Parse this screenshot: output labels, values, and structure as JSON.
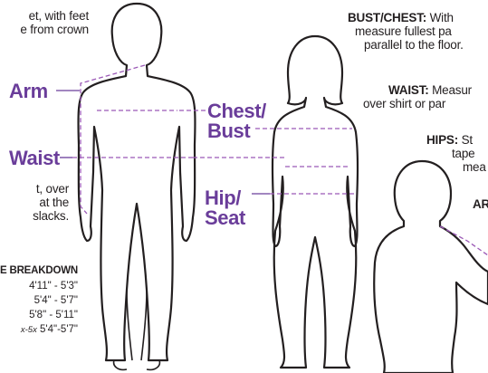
{
  "intro": {
    "height_line1": "et, with feet",
    "height_line2": "e from crown"
  },
  "inseam": {
    "line1": "t, over",
    "line2": "at the",
    "line3": "slacks."
  },
  "labels": {
    "arm": "Arm",
    "waist": "Waist",
    "chest_l1": "Chest/",
    "chest_l2": "Bust",
    "hip_l1": "Hip/",
    "hip_l2": "Seat"
  },
  "size_table": {
    "title": "E BREAKDOWN",
    "rows": [
      {
        "prefix": "",
        "value": "4'11\" - 5'3\""
      },
      {
        "prefix": "",
        "value": "5'4\" - 5'7\""
      },
      {
        "prefix": "",
        "value": "5'8\" - 5'11\""
      },
      {
        "prefix": "x-5x",
        "value": "5'4\"-5'7\""
      }
    ]
  },
  "instructions": {
    "bust_head": "BUST/CHEST:",
    "bust_l1": " With",
    "bust_l2": "measure fullest pa",
    "bust_l3": "parallel to the floor.",
    "waist_head": "WAIST:",
    "waist_l1": " Measur",
    "waist_l2": "over shirt or par",
    "hips_head": "HIPS:",
    "hips_l1": " St",
    "hips_l2": "tape",
    "hips_l3": "mea",
    "arm_head": "AR"
  },
  "colors": {
    "accent": "#6a3d9a",
    "guide": "#9b59b6",
    "outline": "#231f20"
  }
}
